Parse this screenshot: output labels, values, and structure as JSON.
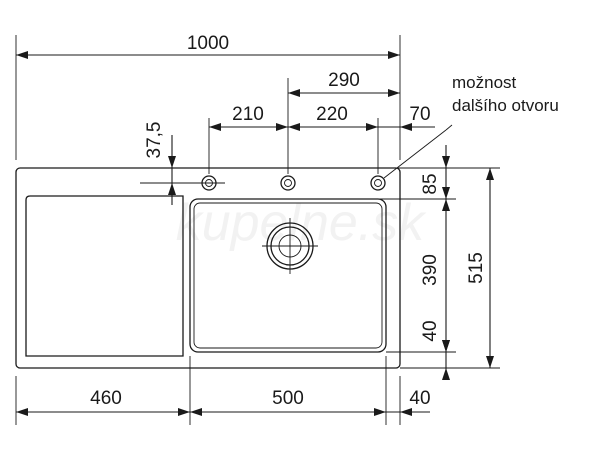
{
  "watermark": "kupelne.sk",
  "note": {
    "line1": "možnost",
    "line2": "dalšího otvoru"
  },
  "dimensions": {
    "total_width": "1000",
    "hole_span": "290",
    "hole_spacing_left": "210",
    "hole_spacing_right": "220",
    "hole_edge_right": "70",
    "hole_offset_top": "37,5",
    "top_to_bowl": "85",
    "bowl_depth": "390",
    "bowl_to_bottom": "40",
    "total_depth": "515",
    "drainboard_width": "460",
    "bowl_width": "500",
    "right_rim_width": "40"
  },
  "colors": {
    "line": "#1a1a1a",
    "watermark": "#f2f2f2",
    "background": "#ffffff"
  }
}
